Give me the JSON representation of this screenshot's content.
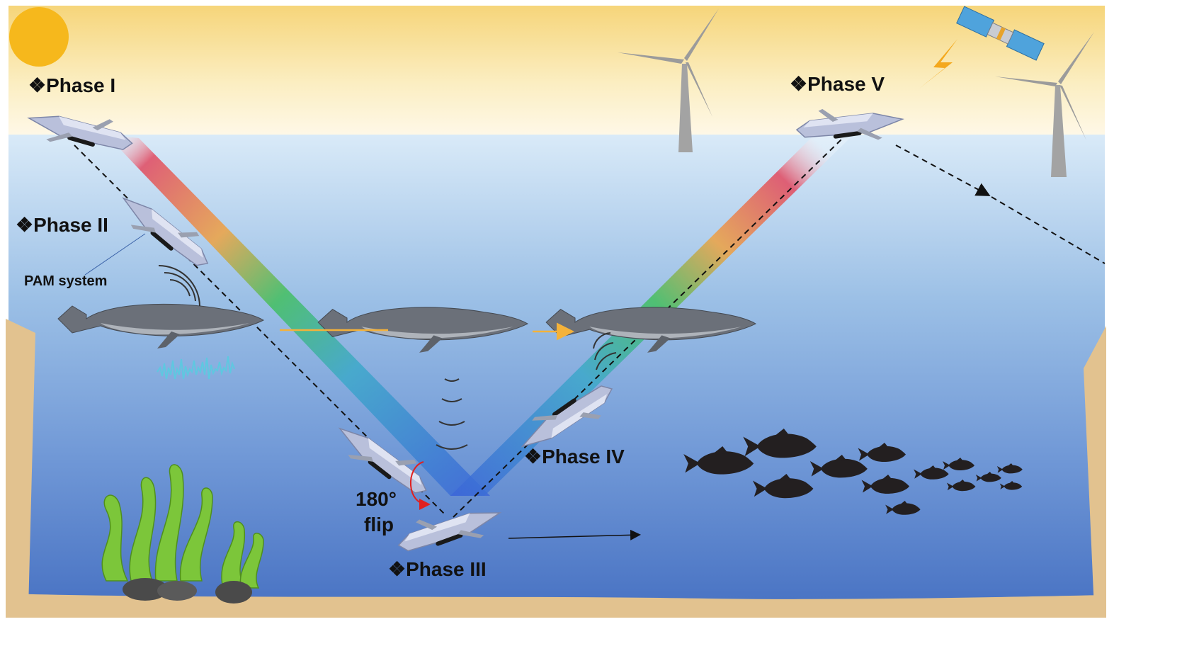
{
  "labels": {
    "phase1": "❖Phase I",
    "phase2": "❖Phase II",
    "phase3": "❖Phase III",
    "phase4": "❖Phase IV",
    "phase5": "❖Phase V",
    "pam": "PAM system",
    "flip_line1": "180°",
    "flip_line2": "flip"
  },
  "colors": {
    "sky_top": "#f7d77a",
    "sky_bottom": "#fdf6e3",
    "water_top": "#d2e6f6",
    "water_bottom": "#4d78c6",
    "sand": "#e2c28f",
    "sun": "#f6b81c",
    "glider": "#b7bfda",
    "whale": "#6b7079",
    "fish": "#231f20",
    "seaweed": "#7cc63a",
    "rock": "#4a4a4a",
    "lightning": "#f4a81d",
    "beam": [
      "#e2435a",
      "#f0a03c",
      "#3fbf5a",
      "#3aa8c9",
      "#3c66d8"
    ]
  },
  "icons": [
    "sun-icon",
    "wind-turbine-icon",
    "satellite-icon",
    "lightning-icon",
    "glider-icon",
    "whale-icon",
    "fish-icon",
    "seaweed-icon",
    "rock-icon",
    "sound-wave-icon",
    "rotation-arrow-icon"
  ]
}
